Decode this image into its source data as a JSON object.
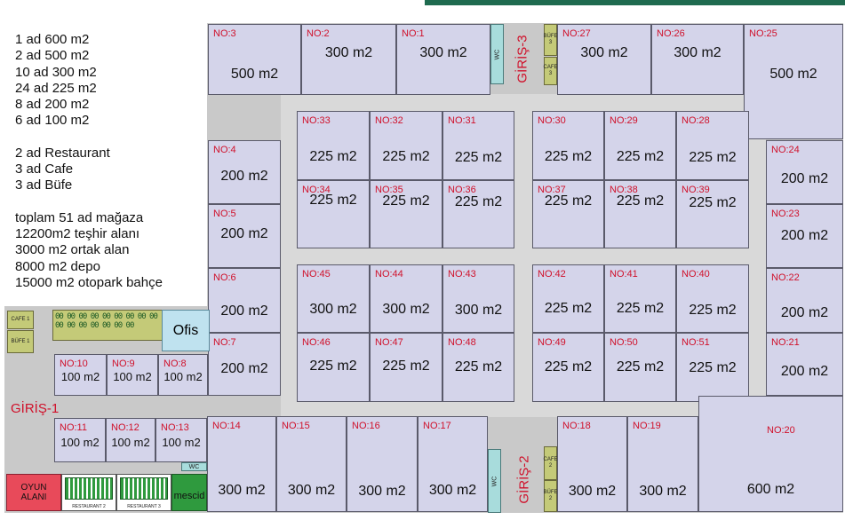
{
  "legend": {
    "shop_counts": [
      "1   ad 600 m2",
      "2   ad 500 m2",
      "10 ad 300 m2",
      "24 ad 225 m2",
      "8   ad 200 m2",
      "6   ad 100 m2"
    ],
    "facilities": [
      "2   ad Restaurant",
      "3   ad Cafe",
      "3   ad Büfe"
    ],
    "totals": [
      "toplam 51 ad mağaza",
      "12200m2 teşhir alanı",
      "3000 m2 ortak alan",
      "8000 m2 depo",
      "15000 m2 otopark bahçe"
    ]
  },
  "shops": {
    "s1": {
      "no": "NO:1",
      "area": "300 m2"
    },
    "s2": {
      "no": "NO:2",
      "area": "300 m2"
    },
    "s3": {
      "no": "NO:3",
      "area": "500 m2"
    },
    "s4": {
      "no": "NO:4",
      "area": "200 m2"
    },
    "s5": {
      "no": "NO:5",
      "area": "200 m2"
    },
    "s6": {
      "no": "NO:6",
      "area": "200 m2"
    },
    "s7": {
      "no": "NO:7",
      "area": "200 m2"
    },
    "s8": {
      "no": "NO:8",
      "area": "100 m2"
    },
    "s9": {
      "no": "NO:9",
      "area": "100 m2"
    },
    "s10": {
      "no": "NO:10",
      "area": "100 m2"
    },
    "s11": {
      "no": "NO:11",
      "area": "100 m2"
    },
    "s12": {
      "no": "NO:12",
      "area": "100 m2"
    },
    "s13": {
      "no": "NO:13",
      "area": "100 m2"
    },
    "s14": {
      "no": "NO:14",
      "area": "300 m2"
    },
    "s15": {
      "no": "NO:15",
      "area": "300 m2"
    },
    "s16": {
      "no": "NO:16",
      "area": "300 m2"
    },
    "s17": {
      "no": "NO:17",
      "area": "300 m2"
    },
    "s18": {
      "no": "NO:18",
      "area": "300 m2"
    },
    "s19": {
      "no": "NO:19",
      "area": "300 m2"
    },
    "s20": {
      "no": "NO:20",
      "area": "600 m2"
    },
    "s21": {
      "no": "NO:21",
      "area": "200 m2"
    },
    "s22": {
      "no": "NO:22",
      "area": "200 m2"
    },
    "s23": {
      "no": "NO:23",
      "area": "200 m2"
    },
    "s24": {
      "no": "NO:24",
      "area": "200 m2"
    },
    "s25": {
      "no": "NO:25",
      "area": "500 m2"
    },
    "s26": {
      "no": "NO:26",
      "area": "300 m2"
    },
    "s27": {
      "no": "NO:27",
      "area": "300 m2"
    },
    "s28": {
      "no": "NO:28",
      "area": "225 m2"
    },
    "s29": {
      "no": "NO:29",
      "area": "225 m2"
    },
    "s30": {
      "no": "NO:30",
      "area": "225 m2"
    },
    "s31": {
      "no": "NO:31",
      "area": "225 m2"
    },
    "s32": {
      "no": "NO:32",
      "area": "225 m2"
    },
    "s33": {
      "no": "NO:33",
      "area": "225 m2"
    },
    "s34": {
      "no": "NO:34",
      "area": "225 m2"
    },
    "s35": {
      "no": "NO:35",
      "area": "225 m2"
    },
    "s36": {
      "no": "NO:36",
      "area": "225 m2"
    },
    "s37": {
      "no": "NO:37",
      "area": "225 m2"
    },
    "s38": {
      "no": "NO:38",
      "area": "225 m2"
    },
    "s39": {
      "no": "NO:39",
      "area": "225 m2"
    },
    "s40": {
      "no": "NO:40",
      "area": "225 m2"
    },
    "s41": {
      "no": "NO:41",
      "area": "225 m2"
    },
    "s42": {
      "no": "NO:42",
      "area": "225 m2"
    },
    "s43": {
      "no": "NO:43",
      "area": "300 m2"
    },
    "s44": {
      "no": "NO:44",
      "area": "300 m2"
    },
    "s45": {
      "no": "NO:45",
      "area": "300 m2"
    },
    "s46": {
      "no": "NO:46",
      "area": "225 m2"
    },
    "s47": {
      "no": "NO:47",
      "area": "225 m2"
    },
    "s48": {
      "no": "NO:48",
      "area": "225 m2"
    },
    "s49": {
      "no": "NO:49",
      "area": "225 m2"
    },
    "s50": {
      "no": "NO:50",
      "area": "225 m2"
    },
    "s51": {
      "no": "NO:51",
      "area": "225 m2"
    }
  },
  "labels": {
    "giris1": "GİRİŞ-1",
    "giris2": "GİRİŞ-2",
    "giris3": "GİRİŞ-3",
    "wc": "WC",
    "ofis": "Ofis",
    "mescid": "mescid",
    "oyun_alani": "OYUN ALANI",
    "restaurant2": "RESTAURANT 2",
    "restaurant3": "RESTAURANT 3",
    "cafe1": "CAFE 1",
    "bufe1": "BÜFE 1",
    "cafe2": "CAFE 2",
    "bufe2": "BÜFE 2",
    "cafe3": "CAFE 3",
    "bufe3": "BÜFE 3",
    "tables": "00 00 00 00 00 00 00 00 00 00 00 00 00 00 00 00"
  },
  "colors": {
    "shop_fill": "#d4d4ea",
    "corridor": "#c9c9c9",
    "number_red": "#d0102a",
    "wc": "#a8dcdc",
    "bufe": "#c4ca78",
    "green": "#2f9a3e",
    "play_area": "#e84a5a",
    "office": "#bfe2ef",
    "brand_bar": "#1f6b4f"
  }
}
